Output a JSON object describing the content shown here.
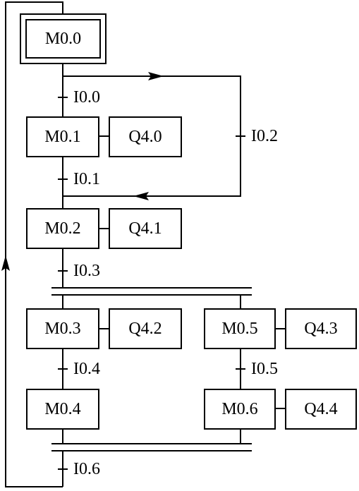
{
  "steps": {
    "m00": "M0.0",
    "m01": "M0.1",
    "m02": "M0.2",
    "m03": "M0.3",
    "m04": "M0.4",
    "m05": "M0.5",
    "m06": "M0.6"
  },
  "actions": {
    "q40": "Q4.0",
    "q41": "Q4.1",
    "q42": "Q4.2",
    "q43": "Q4.3",
    "q44": "Q4.4"
  },
  "transitions": {
    "i00": "I0.0",
    "i01": "I0.1",
    "i02": "I0.2",
    "i03": "I0.3",
    "i04": "I0.4",
    "i05": "I0.5",
    "i06": "I0.6"
  },
  "colors": {
    "stroke": "#000000",
    "background": "#ffffff"
  }
}
